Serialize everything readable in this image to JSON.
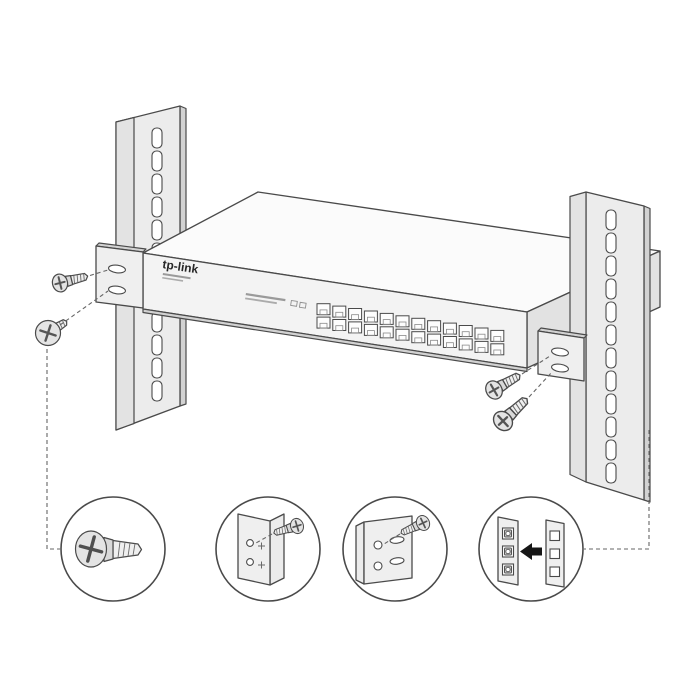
{
  "diagram": {
    "brand_label": "tp-link",
    "switch": {
      "port_rows": 2,
      "ports_per_row": 12,
      "total_ports": 24
    },
    "colors": {
      "background": "#ffffff",
      "line": "#4a4a4a",
      "fill_light": "#f4f4f4",
      "fill_mid": "#ececec",
      "fill_dark": "#d2d2d2",
      "arrow": "#161616"
    },
    "callouts": [
      {
        "icon": "screw-detail-icon"
      },
      {
        "icon": "left-bracket-screw-detail-icon"
      },
      {
        "icon": "right-bracket-screw-detail-icon"
      },
      {
        "icon": "cage-nut-detail-icon"
      }
    ]
  }
}
